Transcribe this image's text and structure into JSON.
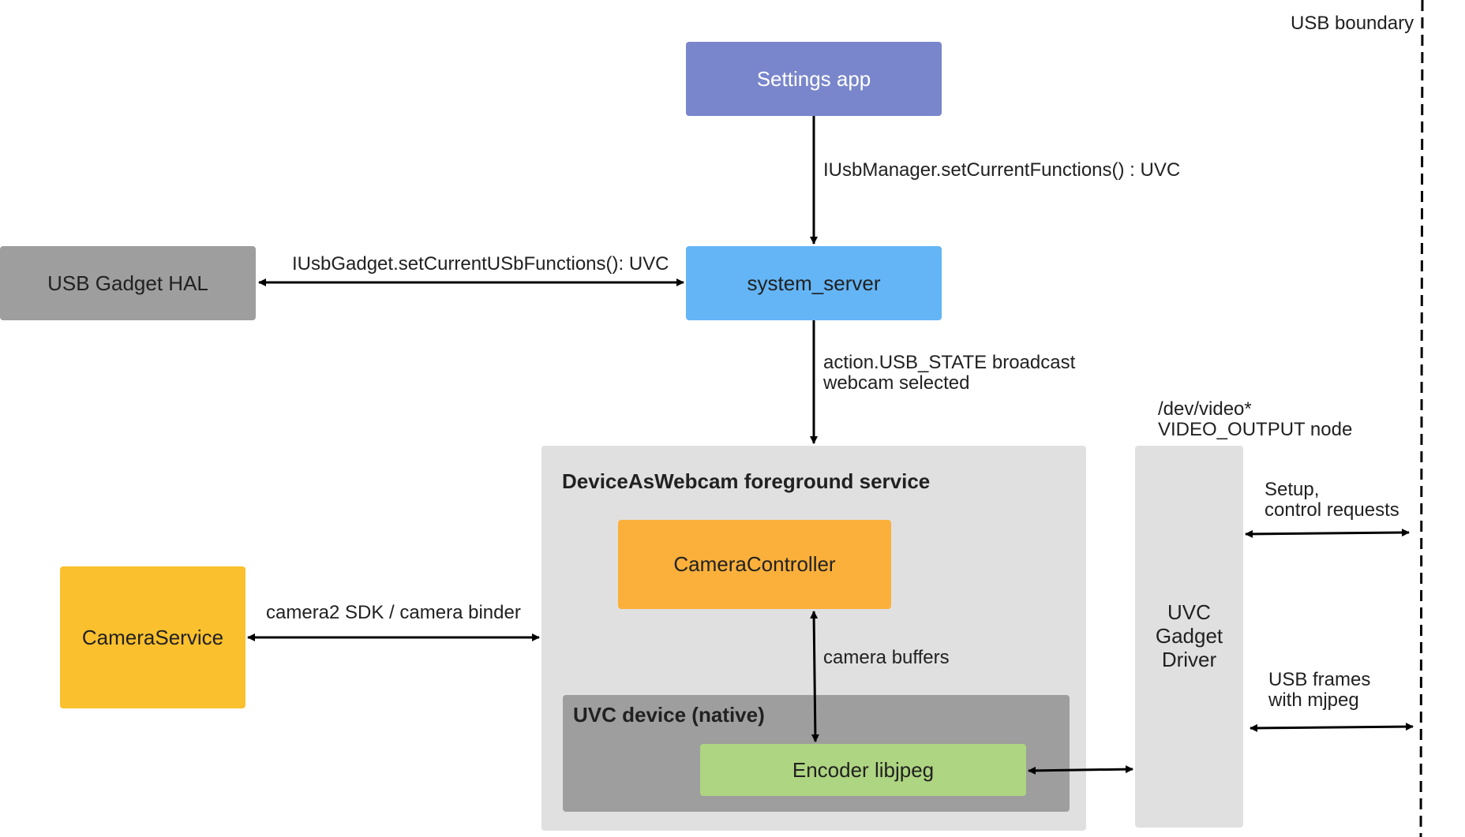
{
  "boundary_label": "USB boundary",
  "nodes": {
    "settings_app": "Settings app",
    "system_server": "system_server",
    "usb_gadget_hal": "USB Gadget HAL",
    "service_title": "DeviceAsWebcam foreground service",
    "camera_controller": "CameraController",
    "uvc_device_title": "UVC device (native)",
    "encoder": "Encoder libjpeg",
    "camera_service": "CameraService",
    "uvc_driver": "UVC\nGadget\nDriver"
  },
  "edges": {
    "set_functions": "IUsbManager.setCurrentFunctions() : UVC",
    "gadget_functions": "IUsbGadget.setCurrentUSbFunctions(): UVC",
    "broadcast": "action.USB_STATE broadcast\nwebcam selected",
    "camera_binder": "camera2 SDK / camera binder",
    "camera_buffers": "camera buffers",
    "video_node": "/dev/video*\nVIDEO_OUTPUT node",
    "setup_requests": "Setup,\ncontrol requests",
    "usb_frames": "USB frames\nwith mjpeg"
  },
  "colors": {
    "settings_app": "#7986cb",
    "system_server": "#64b5f6",
    "usb_gadget_hal": "#9e9e9e",
    "service_container": "#e0e0e0",
    "camera_controller": "#fbb03b",
    "uvc_device": "#9e9e9e",
    "encoder": "#aed581",
    "camera_service": "#fbc02d",
    "uvc_driver": "#e0e0e0"
  }
}
